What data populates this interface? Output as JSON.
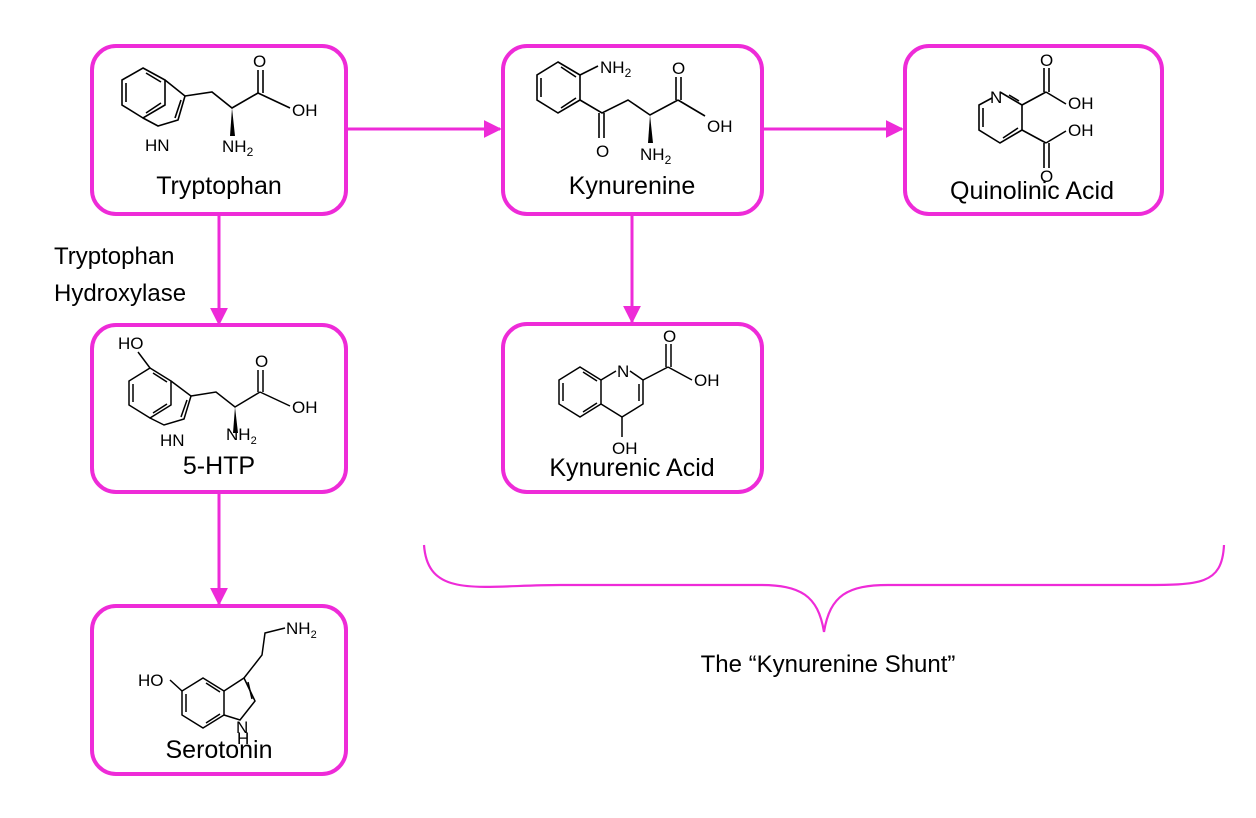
{
  "colors": {
    "accent": "#ee2bd8",
    "bond": "#000000",
    "background": "#ffffff"
  },
  "nodes": {
    "tryptophan": {
      "label": "Tryptophan",
      "atoms": {
        "oxygen": "O",
        "hydroxyl": "OH",
        "ring_nh": "HN",
        "amine": "NH",
        "amine_sub": "2"
      }
    },
    "kynurenine": {
      "label": "Kynurenine",
      "atoms": {
        "aryl_amine": "NH",
        "aryl_amine_sub": "2",
        "acid_oxygen": "O",
        "hydroxyl": "OH",
        "ketone_oxygen": "O",
        "amine": "NH",
        "amine_sub": "2"
      }
    },
    "quinolinic_acid": {
      "label": "Quinolinic Acid",
      "atoms": {
        "ring_n": "N",
        "oxygen_1": "O",
        "hydroxyl_1": "OH",
        "oxygen_2": "O",
        "hydroxyl_2": "OH"
      }
    },
    "five_htp": {
      "label": "5-HTP",
      "atoms": {
        "ring_hydroxyl": "HO",
        "oxygen": "O",
        "hydroxyl": "OH",
        "ring_nh": "HN",
        "amine": "NH",
        "amine_sub": "2"
      }
    },
    "kynurenic_acid": {
      "label": "Kynurenic Acid",
      "atoms": {
        "ring_n": "N",
        "oxygen": "O",
        "hydroxyl": "OH",
        "ring_hydroxyl": "OH"
      }
    },
    "serotonin": {
      "label": "Serotonin",
      "atoms": {
        "amine": "NH",
        "amine_sub": "2",
        "ring_hydroxyl": "HO",
        "ring_n": "N",
        "ring_h": "H"
      }
    }
  },
  "edge_labels": {
    "enzyme_line1": "Tryptophan",
    "enzyme_line2": "Hydroxylase"
  },
  "annotation": {
    "shunt_label": "The “Kynurenine Shunt”"
  }
}
